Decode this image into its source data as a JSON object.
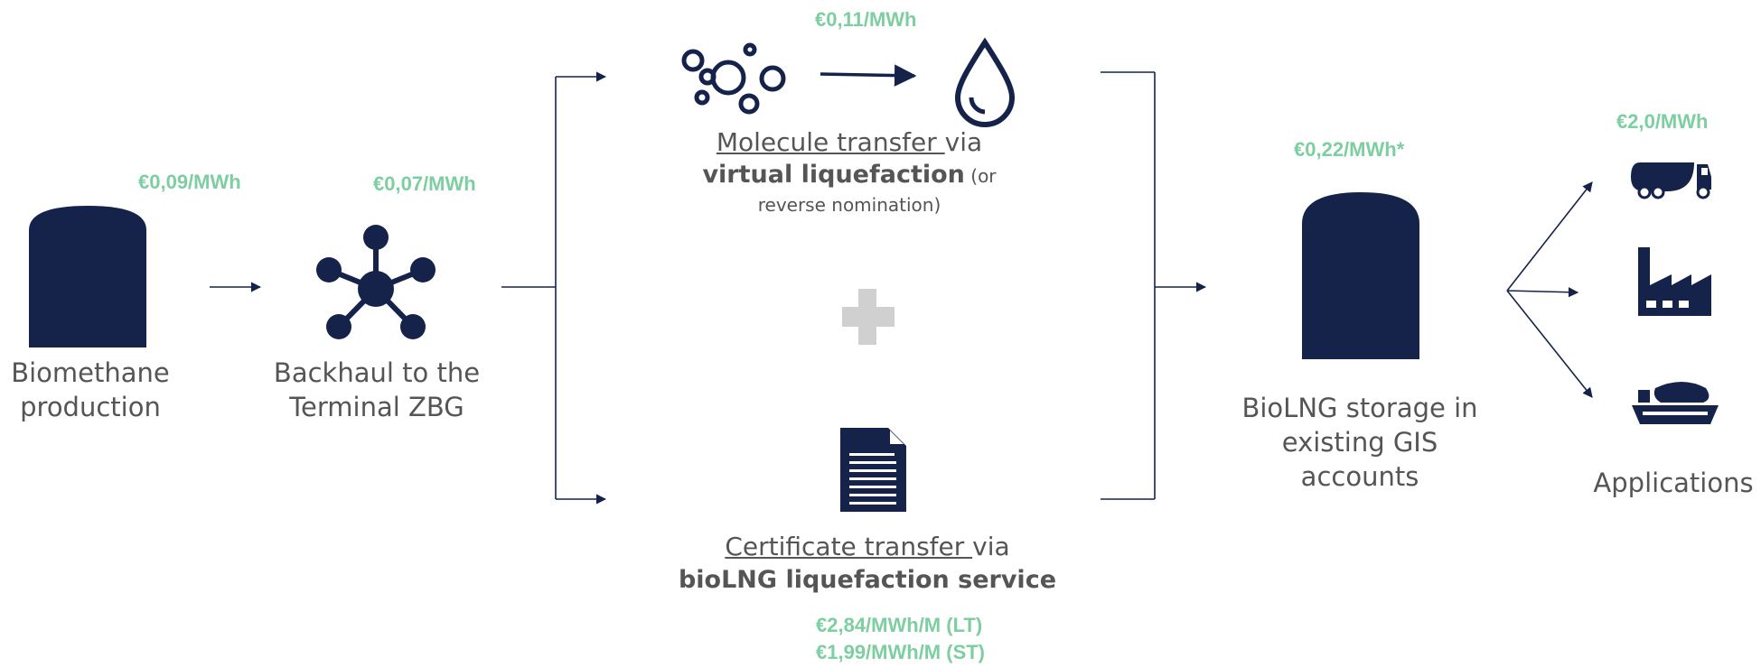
{
  "prices": {
    "production": "€0,09/MWh",
    "backhaul": "€0,07/MWh",
    "virtual_liquefaction": "€0,11/MWh",
    "storage": "€0,22/MWh*",
    "applications": "€2,0/MWh",
    "certificate_lt": "€2,84/MWh/M (LT)",
    "certificate_st": "€1,99/MWh/M (ST)"
  },
  "nodes": {
    "production": {
      "line1": "Biomethane",
      "line2": "production"
    },
    "backhaul": {
      "line1": "Backhaul to the",
      "line2": "Terminal ZBG"
    },
    "storage": {
      "line1": "BioLNG storage in",
      "line2": "existing GIS",
      "line3": "accounts"
    },
    "applications": {
      "line1": "Applications"
    }
  },
  "molecule": {
    "underlined": "Molecule transfer ",
    "plain": "via",
    "bold": "virtual liquefaction",
    "suffix": " (or",
    "line3": "reverse nomination)"
  },
  "certificate": {
    "underlined": "Certificate transfer ",
    "plain": "via",
    "bold": "bioLNG liquefaction service"
  },
  "icons": [
    "tank-icon",
    "network-hub-icon",
    "bubbles-icon",
    "droplet-icon",
    "plus-icon",
    "document-icon",
    "tank-icon",
    "truck-icon",
    "factory-icon",
    "ship-icon"
  ],
  "colors": {
    "navy": "#15234b",
    "green": "#7dcea0",
    "text": "#555555",
    "plus": "#d0d0d0"
  }
}
